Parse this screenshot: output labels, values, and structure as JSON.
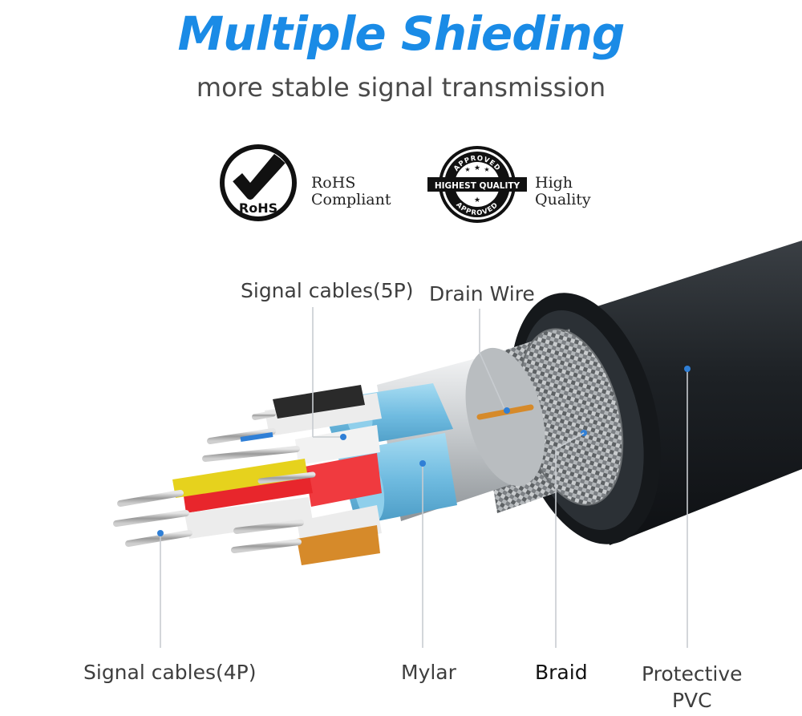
{
  "heading": {
    "title": "Multiple Shieding",
    "subtitle": "more stable signal transmission"
  },
  "badges": {
    "rohs": {
      "mark": "RoHS",
      "line1": "RoHS",
      "line2": "Compliant"
    },
    "quality": {
      "ring_top": "APPROVED",
      "banner": "HIGHEST QUALITY",
      "ring_bottom": "APPROVED",
      "line1": "High",
      "line2": "Quality"
    }
  },
  "callouts": {
    "signal_5p": "Signal cables(5P)",
    "drain_wire": "Drain Wire",
    "signal_4p": "Signal cables(4P)",
    "mylar": "Mylar",
    "braid": "Braid",
    "pvc_line1": "Protective",
    "pvc_line2": "PVC"
  },
  "colors": {
    "title_blue": "#1a8be6",
    "pvc": "#1e2226",
    "mylar": "#7cc3e3",
    "foil": "#cfd3d6",
    "braid": "#8f9396",
    "wire_red": "#e8262c",
    "wire_yellow": "#e6d21d",
    "wire_orange": "#d68a2a",
    "wire_white": "#ececec",
    "wire_black": "#2a2a2a",
    "leader": "#c8ccd0",
    "dot": "#2f7fd6"
  }
}
